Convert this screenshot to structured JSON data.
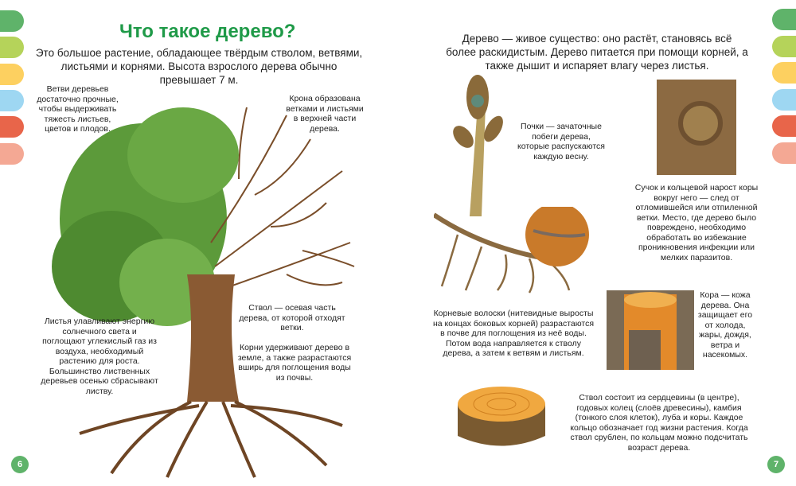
{
  "colors": {
    "green": "#5fb36a",
    "lime": "#b5d35a",
    "yellow": "#fdd060",
    "blue": "#9ed7f2",
    "red": "#e8654a",
    "pink": "#f4a894",
    "title": "#1f9a48"
  },
  "left_page": {
    "title": "Что такое дерево?",
    "intro": "Это большое растение, обладающее твёрдым стволом, ветвями, листьями и корнями. Высота взрослого дерева обычно превышает 7 м.",
    "captions": {
      "branches": "Ветви деревьев достаточно прочные, чтобы выдерживать тяжесть листьев, цветов и плодов.",
      "crown": "Крона образована ветками и листьями в верхней части дерева.",
      "leaves": "Листья улавливают энергию солнечного света и поглощают углекислый газ из воздуха, необходимый растению для роста. Большинство лиственных деревьев осенью сбрасывают листву.",
      "trunk": "Ствол — осевая часть дерева, от которой отходят ветки.",
      "roots": "Корни удерживают дерево в земле, а также разрастаются вширь для поглощения воды из почвы."
    },
    "page_number": "6"
  },
  "right_page": {
    "intro": "Дерево — живое существо: оно растёт, становясь всё более раскидистым. Дерево питается при помощи корней, а также дышит и испаряет влагу через листья.",
    "captions": {
      "buds": "Почки — зачаточные побеги дерева, которые распускаются каждую весну.",
      "knot": "Сучок и кольцевой нарост коры вокруг него — след от отломившейся или отпиленной ветки. Место, где дерево было повреждено, необходимо обработать во избежание проникновения инфекции или мелких паразитов.",
      "root_hairs": "Корневые волоски (нитевидные выросты на концах боковых корней) разрастаются в почве для поглощения из неё воды. Потом вода направляется к стволу дерева, а затем к ветвям и листьям.",
      "bark": "Кора — кожа дерева. Она защищает его от холода, жары, дождя, ветра и насекомых.",
      "rings": "Ствол состоит из сердцевины (в центре), годовых колец (слоёв древесины), камбия (тонкого слоя клеток), луба и коры. Каждое кольцо обозначает год жизни растения. Когда ствол срублен, по кольцам можно подсчитать возраст дерева."
    },
    "page_number": "7"
  }
}
